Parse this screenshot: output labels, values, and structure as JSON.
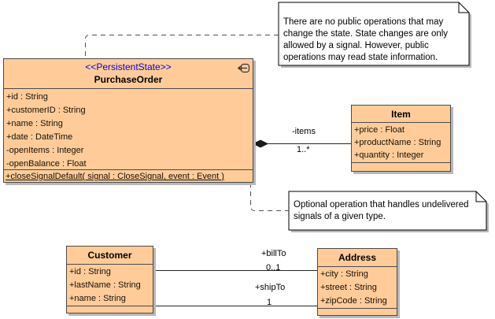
{
  "diagram_title": "PurchaseOrder UML class diagram",
  "colors": {
    "class_fill": "#ffcc99",
    "class_border": "#4a4a4a",
    "shadow": "#b8b8b8",
    "stereotype_text": "#0000e0",
    "member_text": "#151008",
    "note_fill": "#ffffff",
    "note_border": "#000000",
    "association_line": "#262626"
  },
  "classes": {
    "purchase_order": {
      "stereotype": "<<PersistentState>>",
      "name": "PurchaseOrder",
      "icon": "state-machine-icon",
      "attributes": [
        "+id : String",
        "+customerID : String",
        "+name : String",
        "+date : DateTime",
        "-openItems : Integer",
        "-openBalance : Float"
      ],
      "operations": [
        "+closeSignalDefault( signal : CloseSignal, event : Event )"
      ]
    },
    "item": {
      "name": "Item",
      "attributes": [
        "+price : Float",
        "+productName : String",
        "+quantity : Integer"
      ]
    },
    "customer": {
      "name": "Customer",
      "attributes": [
        "+id : String",
        "+lastName : String",
        "+name : String"
      ]
    },
    "address": {
      "name": "Address",
      "attributes": [
        "+city : String",
        "+street : String",
        "+zipCode : String"
      ]
    }
  },
  "associations": {
    "items": {
      "role": "-items",
      "multiplicity": "1..*",
      "aggregation": "composite"
    },
    "bill_to": {
      "role": "+billTo",
      "multiplicity": "0..1"
    },
    "ship_to": {
      "role": "+shipTo",
      "multiplicity": "1"
    }
  },
  "notes": {
    "state_note": {
      "text": "There are no public operations that may change the state. State changes are only allowed by a signal. However, public operations may read state information."
    },
    "signal_note": {
      "text": "Optional operation that handles undelivered signals of a given type."
    }
  }
}
